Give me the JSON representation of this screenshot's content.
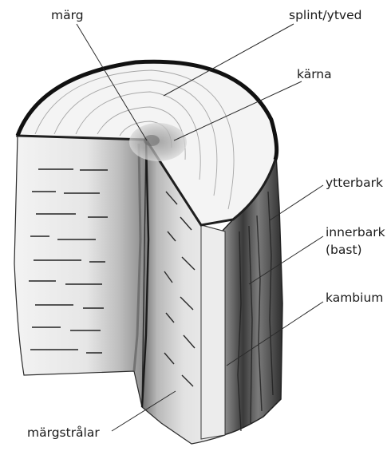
{
  "labels": {
    "marg": "märg",
    "splint": "splint/ytved",
    "karna": "kärna",
    "ytterbark": "ytterbark",
    "innerbark_1": "innerbark",
    "innerbark_2": "(bast)",
    "kambium": "kambium",
    "margstralar": "märgstrålar"
  }
}
